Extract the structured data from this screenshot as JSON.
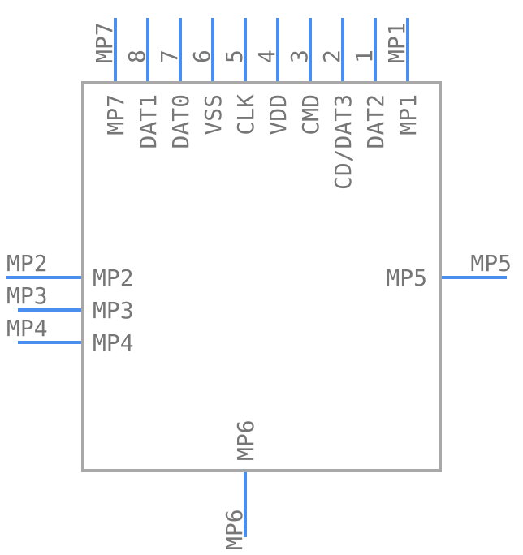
{
  "colors": {
    "pin": "#4a8ff0",
    "body": "#a8a8a8",
    "text": "#767676",
    "background": "#ffffff"
  },
  "top_pins": [
    {
      "pin_label": "MP7",
      "signal": "MP7"
    },
    {
      "pin_label": "8",
      "signal": "DAT1"
    },
    {
      "pin_label": "7",
      "signal": "DAT0"
    },
    {
      "pin_label": "6",
      "signal": "VSS"
    },
    {
      "pin_label": "5",
      "signal": "CLK"
    },
    {
      "pin_label": "4",
      "signal": "VDD"
    },
    {
      "pin_label": "3",
      "signal": "CMD"
    },
    {
      "pin_label": "2",
      "signal": "CD/DAT3"
    },
    {
      "pin_label": "1",
      "signal": "DAT2"
    },
    {
      "pin_label": "MP1",
      "signal": "MP1"
    }
  ],
  "left_pins": [
    {
      "pin_label": "MP2",
      "signal": "MP2"
    },
    {
      "pin_label": "MP3",
      "signal": "MP3"
    },
    {
      "pin_label": "MP4",
      "signal": "MP4"
    }
  ],
  "right_pins": [
    {
      "pin_label": "MP5",
      "signal": "MP5"
    }
  ],
  "bottom_pins": [
    {
      "pin_label": "MP6",
      "signal": "MP6"
    }
  ]
}
